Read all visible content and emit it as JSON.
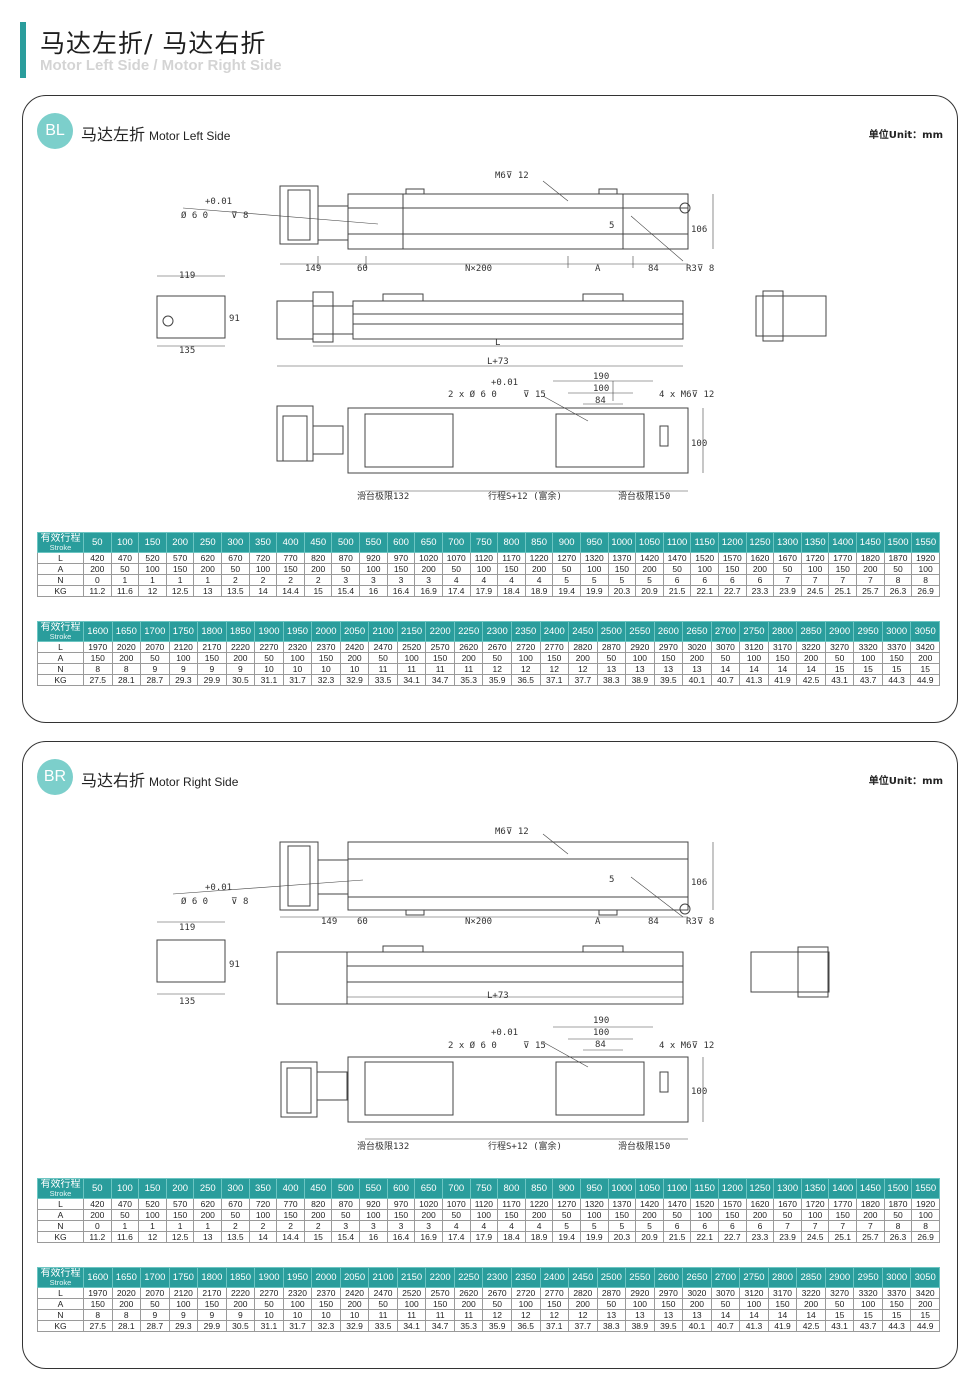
{
  "header": {
    "title_cn": "马达左折/ 马达右折",
    "title_en": "Motor Left Side / Motor Right Side"
  },
  "colors": {
    "accent": "#2a9d9c",
    "badge": "#7ccfcb"
  },
  "drawing_labels": {
    "tol": "+0.01",
    "phi": "Ø 6 0",
    "phi2": "2 x Ø 6 0",
    "depth8": "⊽ 8",
    "depth15": "⊽ 15",
    "m6": "M6⊽ 12",
    "m6x4": "4 x  M6⊽ 12",
    "d5": "5",
    "d106": "106",
    "d149": "149",
    "d60": "60",
    "n200": "N×200",
    "a": "A",
    "d84": "84",
    "r3": "R3⊽ 8",
    "d119": "119",
    "d91": "91",
    "d135": "135",
    "l": "L",
    "l73": "L+73",
    "d190": "190",
    "d100": "100",
    "d100v": "100",
    "lim132": "滑台极限132",
    "stroke": "行程S+12 (富余)",
    "lim150": "滑台极限150"
  },
  "sections": [
    {
      "badge": "BL",
      "title_cn": "马达左折",
      "title_en": "Motor Left Side",
      "unit": "单位Unit：mm"
    },
    {
      "badge": "BR",
      "title_cn": "马达右折",
      "title_en": "Motor Right Side",
      "unit": "单位Unit：mm"
    }
  ],
  "table_labels": {
    "stroke_cn": "有效行程",
    "stroke_en": "Stroke",
    "L": "L",
    "A": "A",
    "N": "N",
    "KG": "KG"
  },
  "tables": [
    {
      "stroke": [
        50,
        100,
        150,
        200,
        250,
        300,
        350,
        400,
        450,
        500,
        550,
        600,
        650,
        700,
        750,
        800,
        850,
        900,
        950,
        1000,
        1050,
        1100,
        1150,
        1200,
        1250,
        1300,
        1350,
        1400,
        1450,
        1500,
        1550
      ],
      "L": [
        420,
        470,
        520,
        570,
        620,
        670,
        720,
        770,
        820,
        870,
        920,
        970,
        1020,
        1070,
        1120,
        1170,
        1220,
        1270,
        1320,
        1370,
        1420,
        1470,
        1520,
        1570,
        1620,
        1670,
        1720,
        1770,
        1820,
        1870,
        1920
      ],
      "A": [
        200,
        50,
        100,
        150,
        200,
        50,
        100,
        150,
        200,
        50,
        100,
        150,
        200,
        50,
        100,
        150,
        200,
        50,
        100,
        150,
        200,
        50,
        100,
        150,
        200,
        50,
        100,
        150,
        200,
        50,
        100
      ],
      "N": [
        0,
        1,
        1,
        1,
        1,
        2,
        2,
        2,
        2,
        3,
        3,
        3,
        3,
        4,
        4,
        4,
        4,
        5,
        5,
        5,
        5,
        6,
        6,
        6,
        6,
        7,
        7,
        7,
        7,
        8,
        8
      ],
      "KG": [
        "11.2",
        "11.6",
        "12",
        "12.5",
        "13",
        "13.5",
        "14",
        "14.4",
        "15",
        "15.4",
        "16",
        "16.4",
        "16.9",
        "17.4",
        "17.9",
        "18.4",
        "18.9",
        "19.4",
        "19.9",
        "20.3",
        "20.9",
        "21.5",
        "22.1",
        "22.7",
        "23.3",
        "23.9",
        "24.5",
        "25.1",
        "25.7",
        "26.3",
        "26.9"
      ]
    },
    {
      "stroke": [
        1600,
        1650,
        1700,
        1750,
        1800,
        1850,
        1900,
        1950,
        2000,
        2050,
        2100,
        2150,
        2200,
        2250,
        2300,
        2350,
        2400,
        2450,
        2500,
        2550,
        2600,
        2650,
        2700,
        2750,
        2800,
        2850,
        2900,
        2950,
        3000,
        3050
      ],
      "L": [
        1970,
        2020,
        2070,
        2120,
        2170,
        2220,
        2270,
        2320,
        2370,
        2420,
        2470,
        2520,
        2570,
        2620,
        2670,
        2720,
        2770,
        2820,
        2870,
        2920,
        2970,
        3020,
        3070,
        3120,
        3170,
        3220,
        3270,
        3320,
        3370,
        3420
      ],
      "A": [
        150,
        200,
        50,
        100,
        150,
        200,
        50,
        100,
        150,
        200,
        50,
        100,
        150,
        200,
        50,
        100,
        150,
        200,
        50,
        100,
        150,
        200,
        50,
        100,
        150,
        200,
        50,
        100,
        150,
        200
      ],
      "N": [
        8,
        8,
        9,
        9,
        9,
        9,
        10,
        10,
        10,
        10,
        11,
        11,
        11,
        11,
        12,
        12,
        12,
        12,
        13,
        13,
        13,
        13,
        14,
        14,
        14,
        14,
        15,
        15,
        15,
        15
      ],
      "KG": [
        "27.5",
        "28.1",
        "28.7",
        "29.3",
        "29.9",
        "30.5",
        "31.1",
        "31.7",
        "32.3",
        "32.9",
        "33.5",
        "34.1",
        "34.7",
        "35.3",
        "35.9",
        "36.5",
        "37.1",
        "37.7",
        "38.3",
        "38.9",
        "39.5",
        "40.1",
        "40.7",
        "41.3",
        "41.9",
        "42.5",
        "43.1",
        "43.7",
        "44.3",
        "44.9"
      ]
    }
  ]
}
